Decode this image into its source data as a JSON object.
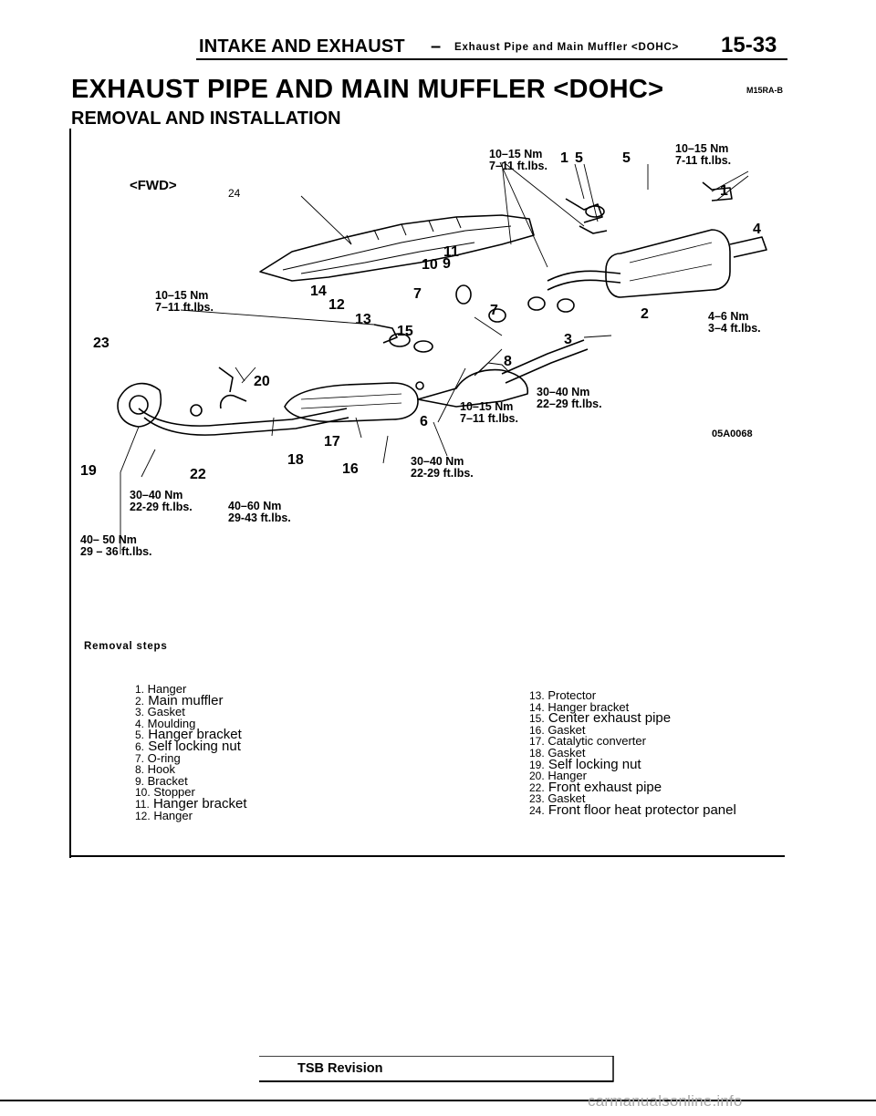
{
  "header": {
    "section": "INTAKE AND EXHAUST",
    "dash": "–",
    "subsection": "Exhaust Pipe and Main Muffler <DOHC>",
    "page_number": "15-33"
  },
  "title": "EXHAUST PIPE AND MAIN MUFFLER <DOHC>",
  "doc_code": "M15RA-B",
  "subtitle": "REMOVAL AND INSTALLATION",
  "diagram": {
    "direction_label": "<FWD>",
    "figure_id": "05A0068",
    "part_callouts": [
      "1",
      "2",
      "3",
      "4",
      "5",
      "5",
      "7",
      "7",
      "8",
      "9",
      "10",
      "11",
      "12",
      "13",
      "14",
      "15",
      "16",
      "17",
      "18",
      "19",
      "20",
      "22",
      "23",
      "24",
      "6",
      "1"
    ],
    "torque_specs": [
      {
        "nm": "10–15 Nm",
        "ftlbs": "7–11 ft.lbs."
      },
      {
        "nm": "10–15 Nm",
        "ftlbs": "7-11 ft.lbs."
      },
      {
        "nm": "10–15 Nm",
        "ftlbs": "7–11 ft.lbs."
      },
      {
        "nm": "4–6 Nm",
        "ftlbs": "3–4 ft.lbs."
      },
      {
        "nm": "30–40 Nm",
        "ftlbs": "22–29 ft.lbs."
      },
      {
        "nm": "10–15 Nm",
        "ftlbs": "7–11 ft.lbs."
      },
      {
        "nm": "30–40 Nm",
        "ftlbs": "22-29 ft.lbs."
      },
      {
        "nm": "30–40 Nm",
        "ftlbs": "22-29 ft.lbs."
      },
      {
        "nm": "40–60 Nm",
        "ftlbs": "29-43 ft.lbs."
      },
      {
        "nm": "40– 50 Nm",
        "ftlbs": "29 – 36 ft.lbs."
      }
    ]
  },
  "removal": {
    "heading": "Removal steps",
    "left_steps": [
      {
        "num": "1.",
        "text": "Hanger"
      },
      {
        "num": "2.",
        "text": "Main muffler"
      },
      {
        "num": "3.",
        "text": "Gasket"
      },
      {
        "num": "4.",
        "text": "Moulding"
      },
      {
        "num": "5.",
        "text": "Hanger bracket"
      },
      {
        "num": "6.",
        "text": "Self locking nut"
      },
      {
        "num": "7.",
        "text": "O-ring"
      },
      {
        "num": "8.",
        "text": "Hook"
      },
      {
        "num": "9.",
        "text": "Bracket"
      },
      {
        "num": "10.",
        "text": "Stopper"
      },
      {
        "num": "11.",
        "text": "Hanger bracket"
      },
      {
        "num": "12.",
        "text": "Hanger"
      }
    ],
    "right_steps": [
      {
        "num": "13.",
        "text": "Protector"
      },
      {
        "num": "14.",
        "text": "Hanger bracket"
      },
      {
        "num": "15.",
        "text": "Center exhaust pipe"
      },
      {
        "num": "16.",
        "text": "Gasket"
      },
      {
        "num": "17.",
        "text": "Catalytic converter"
      },
      {
        "num": "18.",
        "text": "Gasket"
      },
      {
        "num": "19.",
        "text": "Self locking nut"
      },
      {
        "num": "20.",
        "text": "Hanger"
      },
      {
        "num": "22.",
        "text": "Front exhaust pipe"
      },
      {
        "num": "23.",
        "text": "Gasket"
      },
      {
        "num": "24.",
        "text": "Front floor heat protector panel"
      }
    ]
  },
  "footer": {
    "tsb_label": "TSB Revision",
    "watermark": "carmanualsonline.info"
  }
}
